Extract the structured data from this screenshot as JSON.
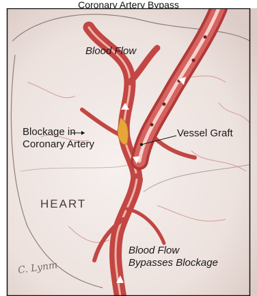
{
  "header": {
    "title": "Coronary Artery Bypass"
  },
  "labels": {
    "blood_flow": "Blood Flow",
    "blockage_line1": "Blockage in",
    "blockage_line2": "Coronary Artery",
    "vessel_graft": "Vessel Graft",
    "heart": "HEART",
    "bypass_line1": "Blood Flow",
    "bypass_line2": "Bypasses Blockage"
  },
  "signature": "C. Lynm",
  "colors": {
    "artery": "#c84a48",
    "artery_highlight": "#f2b6ae",
    "blockage": "#e7a53c",
    "heart_tissue": "#efe6e2",
    "background": "#ffffff",
    "frame": "#111111"
  }
}
